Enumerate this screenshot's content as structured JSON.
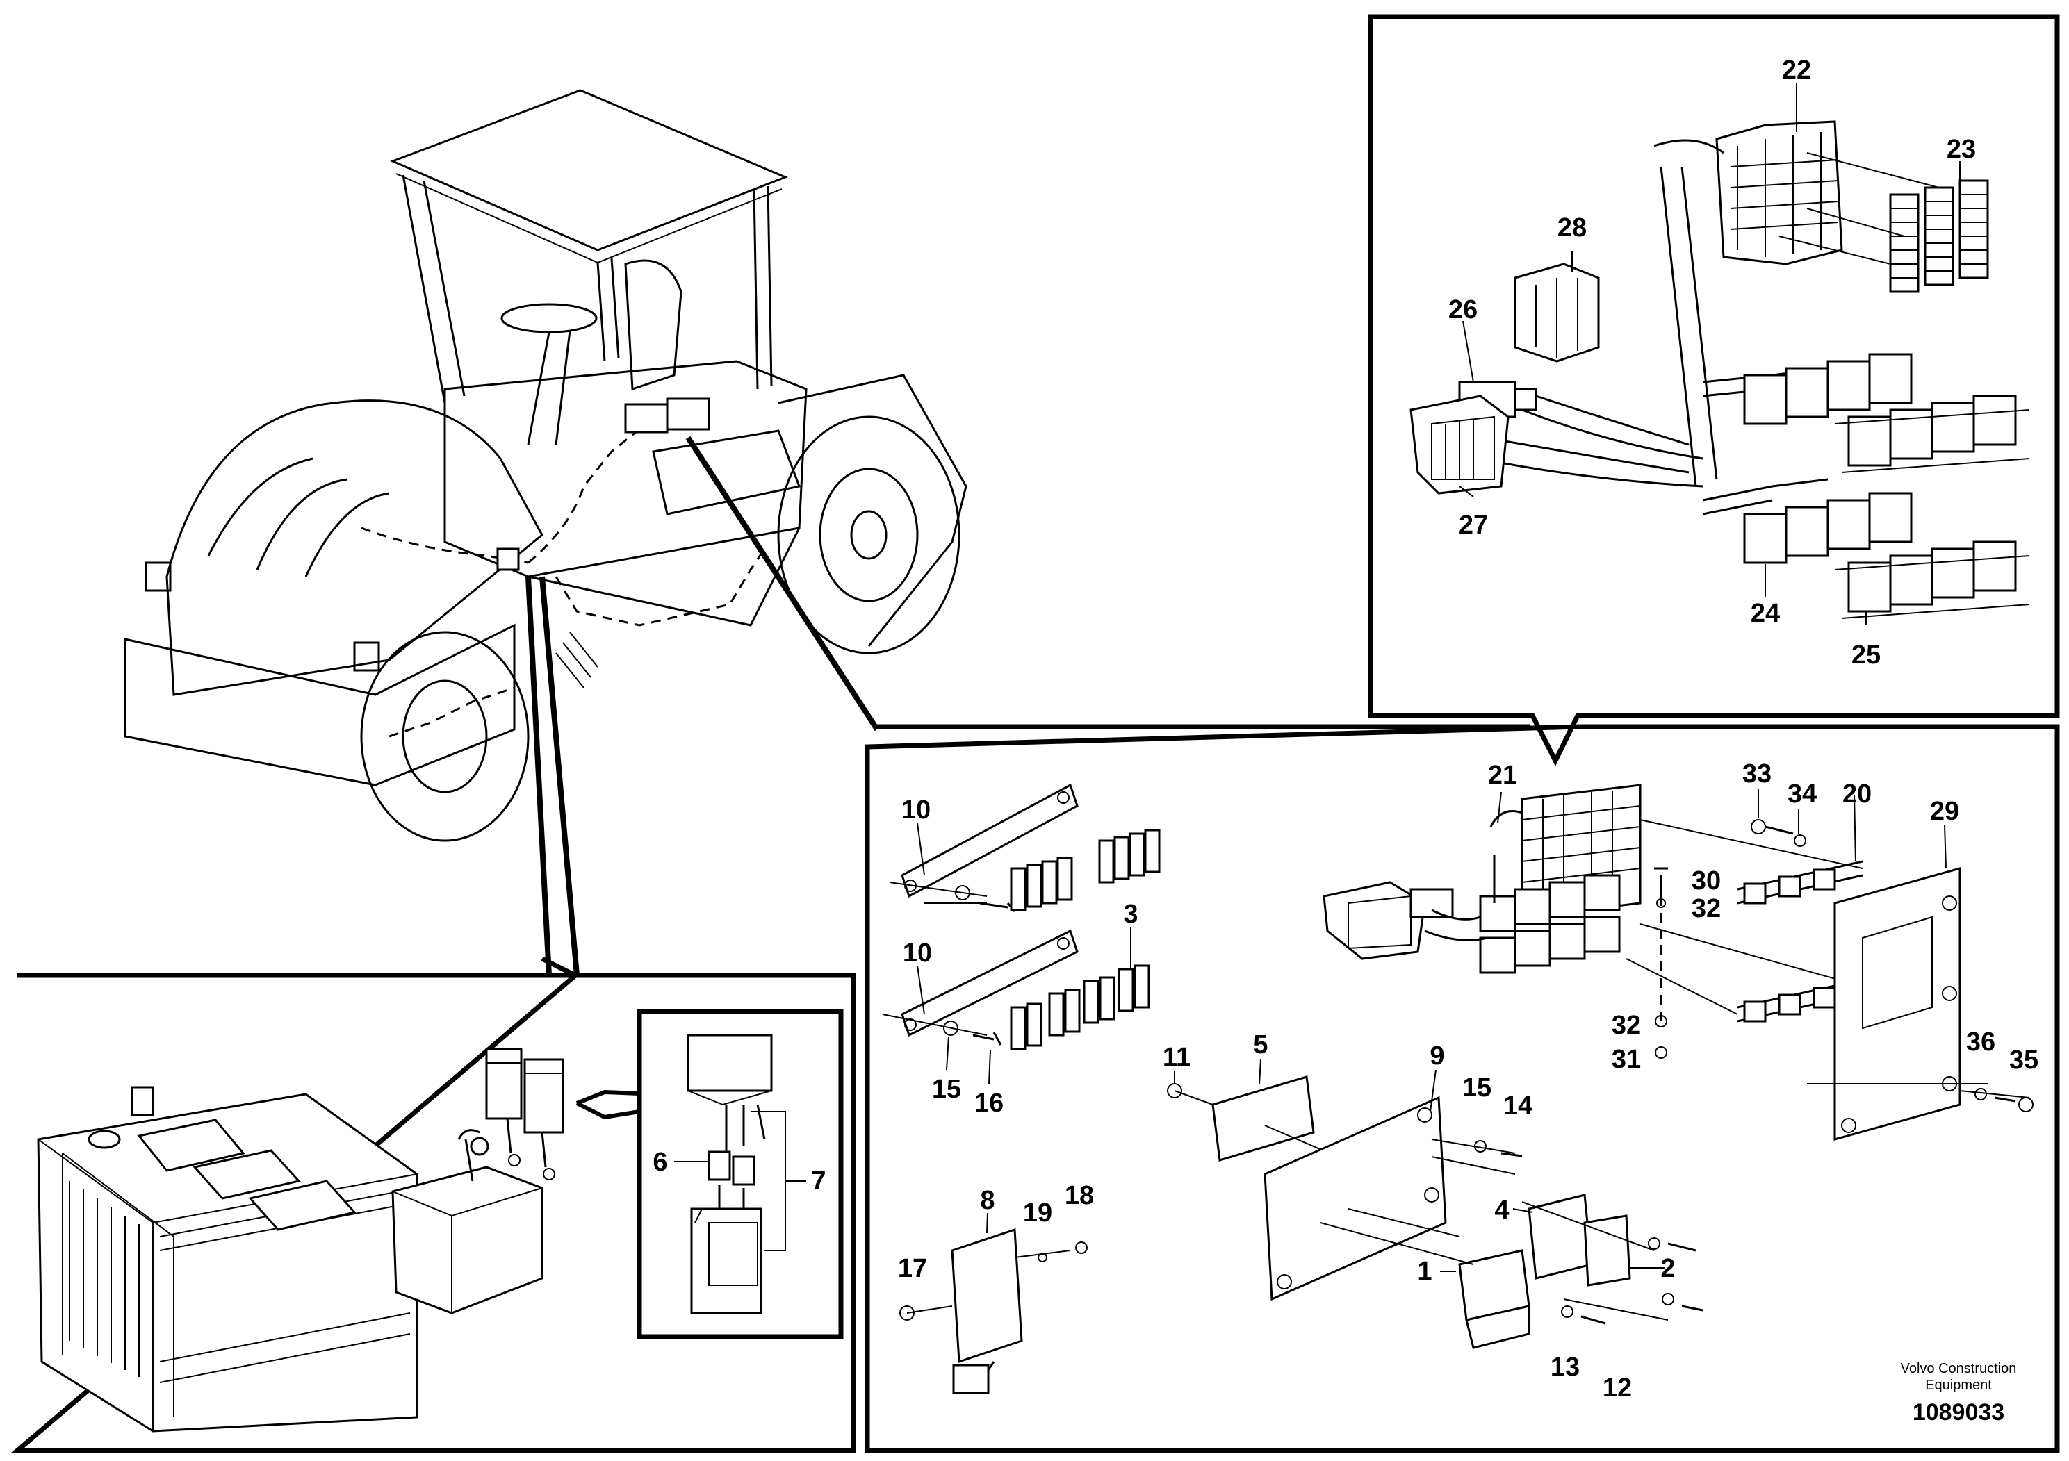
{
  "labels": {
    "p1": "1",
    "p2": "2",
    "p3": "3",
    "p4": "4",
    "p5": "5",
    "p6": "6",
    "p7": "7",
    "p8": "8",
    "p9": "9",
    "p10a": "10",
    "p10b": "10",
    "p11": "11",
    "p12": "12",
    "p13": "13",
    "p14": "14",
    "p15a": "15",
    "p15b": "15",
    "p16": "16",
    "p17": "17",
    "p18": "18",
    "p19": "19",
    "p20": "20",
    "p21": "21",
    "p22": "22",
    "p23": "23",
    "p24": "24",
    "p25": "25",
    "p26": "26",
    "p27": "27",
    "p28": "28",
    "p29": "29",
    "p30": "30",
    "p31": "31",
    "p32a": "32",
    "p32b": "32",
    "p33": "33",
    "p34": "34",
    "p35": "35",
    "p36": "36"
  },
  "footer": {
    "brand_line1": "Volvo Construction",
    "brand_line2": "Equipment",
    "doc_number": "1089033"
  }
}
